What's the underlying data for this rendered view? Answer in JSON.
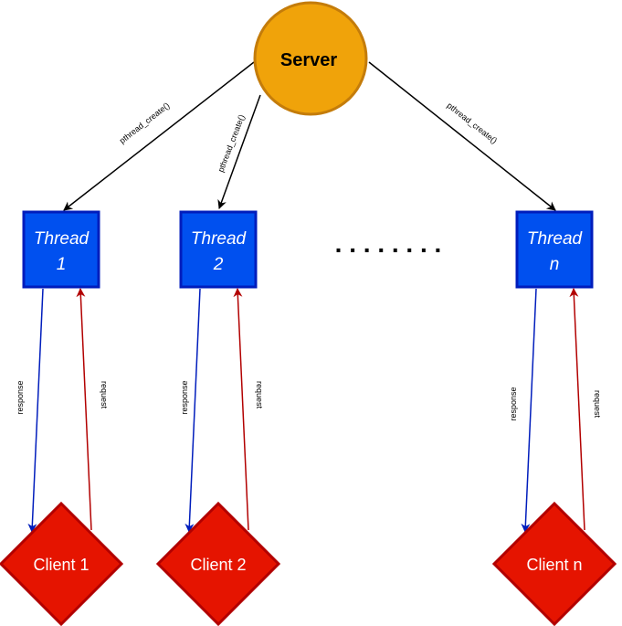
{
  "server": {
    "label": "Server",
    "fill": "#f0a30a",
    "stroke": "#c47c0a"
  },
  "threads": [
    {
      "line1": "Thread",
      "line2": "1"
    },
    {
      "line1": "Thread",
      "line2": "2"
    },
    {
      "line1": "Thread",
      "line2": "n"
    }
  ],
  "clients": [
    {
      "label": "Client 1"
    },
    {
      "label": "Client 2"
    },
    {
      "label": "Client n"
    }
  ],
  "ellipsis": ". . . . . . . .",
  "edges": {
    "create_label": "pthread_create()",
    "response_label": "response",
    "request_label": "request"
  },
  "colors": {
    "thread_fill": "#0050ef",
    "thread_stroke": "#001dbc",
    "client_fill": "#e51400",
    "client_stroke": "#b20000",
    "response_line": "#001dbc",
    "request_line": "#b20000"
  }
}
